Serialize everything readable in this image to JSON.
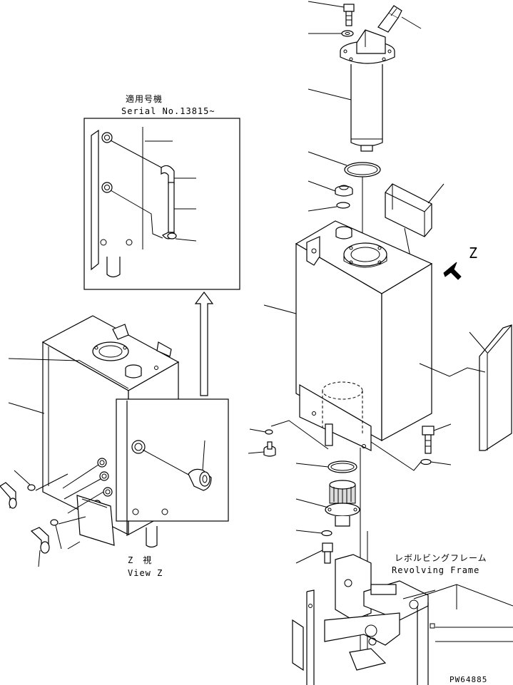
{
  "labels": {
    "serial_jp": "適用号機",
    "serial_en": "Serial No.13815~",
    "view_jp": "Z　視",
    "view_en": "View Z",
    "z_marker": "Z",
    "frame_jp": "レボルビングフレーム",
    "frame_en": "Revolving Frame",
    "drawing_id": "PW64885"
  }
}
